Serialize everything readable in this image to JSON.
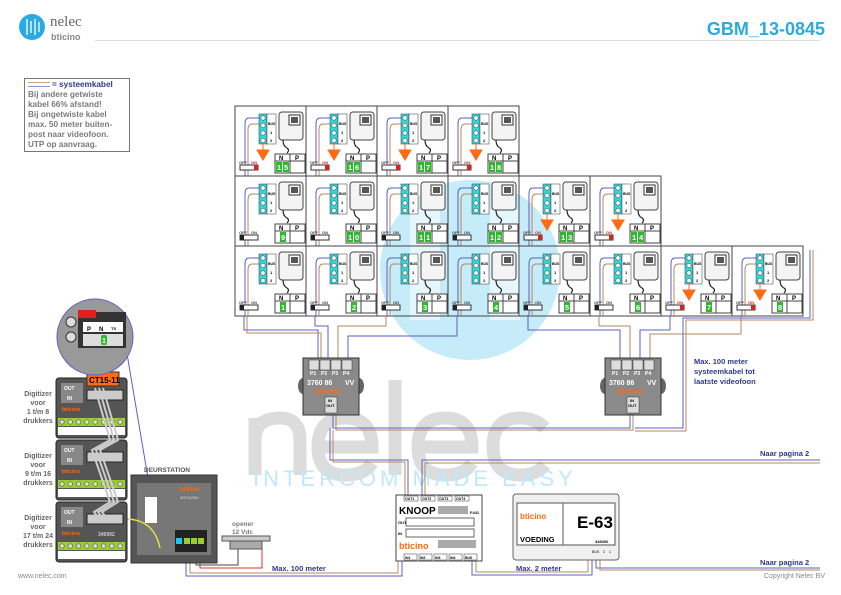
{
  "header": {
    "brand": "nelec",
    "brand_tagline": "INTERCOM MADE EASY",
    "partner_brand": "bticino",
    "document_code": "GBM_13-0845"
  },
  "legend": {
    "title": "= systeemkabel",
    "lines": [
      "Bij andere getwiste",
      "kabel 66% afstand!",
      "Bij ongetwiste kabel",
      "max. 50 meter buiten-",
      "post naar videofoon.",
      "UTP op aanvraag."
    ]
  },
  "videophones": {
    "rows": [
      [
        15,
        16,
        17,
        18
      ],
      [
        9,
        10,
        11,
        12,
        13,
        14
      ],
      [
        1,
        2,
        3,
        4,
        5,
        6,
        7,
        8
      ]
    ],
    "terminated": [
      15,
      16,
      17,
      18,
      13,
      14,
      7,
      8
    ],
    "labels": {
      "bus": "BUS",
      "t1": "1",
      "t2": "2",
      "n": "N",
      "p": "P",
      "off": "OFF",
      "on": "ON"
    }
  },
  "distributor": {
    "ports": [
      "P1",
      "P2",
      "P3",
      "P4"
    ],
    "model": "3760 86",
    "suffix": "VV",
    "in": "IN",
    "out": "OUT",
    "brand": "bticino"
  },
  "knoop": {
    "title": "KNOOP",
    "model": "F441",
    "outs": [
      "OUT1",
      "OUT2",
      "OUT3",
      "OUT4"
    ],
    "ins": [
      "IN1",
      "IN2",
      "IN3",
      "IN4",
      "BUS"
    ],
    "row_out": "OUT",
    "row_in": "IN",
    "brand": "bticino"
  },
  "voeding": {
    "brand": "bticino",
    "model": "E-63",
    "label": "VOEDING",
    "art": "346000",
    "terminals": [
      "BUS",
      "2",
      "1"
    ]
  },
  "deurstation": {
    "label": "DEURSTATION",
    "brand": "bticino",
    "art": "ART342560"
  },
  "digitizers": [
    {
      "label": [
        "Digitizer",
        "voor",
        "1 t/m 8",
        "drukkers"
      ]
    },
    {
      "label": [
        "Digitizer",
        "voor",
        "9 t/m 16",
        "drukkers"
      ]
    },
    {
      "label": [
        "Digitizer",
        "voor",
        "17 t/m 24",
        "drukkers"
      ],
      "art": "346992"
    }
  ],
  "digitizer_common": {
    "out": "OUT",
    "in": "IN",
    "brand": "bticino",
    "badge": "CT15-11"
  },
  "detail": {
    "p": "P",
    "n": "N",
    "ts": "TS",
    "num": "1"
  },
  "opener": {
    "line1": "opener",
    "line2": "12 Vdc"
  },
  "annotations": {
    "max100": "Max. 100 meter",
    "max2": "Max. 2 meter",
    "naar1": "Naar pagina 2",
    "naar2": "Naar pagina 2",
    "max100_sys": [
      "Max. 100 meter",
      "systeemkabel tot",
      "laatste videofoon"
    ]
  },
  "footer": {
    "website": "www.nelec.com",
    "copyright": "Copyright Nelec BV"
  },
  "colors": {
    "accent": "#29abe2",
    "wire_blue": "#5a62c8",
    "wire_brown": "#b8875a",
    "terminal_cyan": "#33d6d6",
    "number_green": "#2eb82e",
    "arrow_orange": "#ff6a13",
    "bticino_orange": "#ff6a13"
  }
}
